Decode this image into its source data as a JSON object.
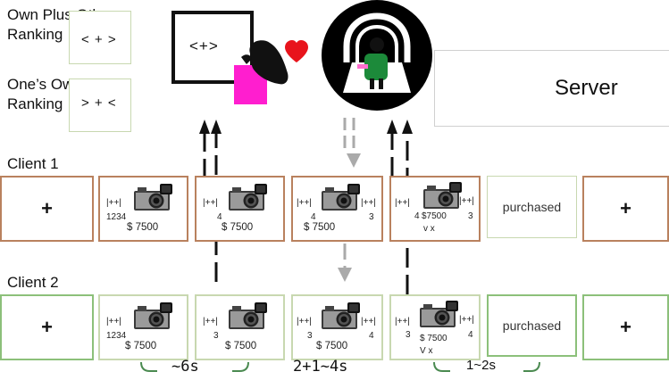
{
  "labels": {
    "own_plus_other_line1": "Own Plus Other",
    "own_plus_other_line2": "Ranking",
    "ones_own_line1": "One’s Own",
    "ones_own_line2": "Ranking",
    "own_plus_other_symbol": "< + >",
    "ones_own_symbol": "> + <",
    "screen_symbol": "<+>",
    "server": "Server",
    "client1": "Client 1",
    "client2": "Client 2"
  },
  "client1": {
    "fix_start": "+",
    "f2": {
      "bracket_left": "|++|",
      "number": "1234",
      "price": "$ 7500"
    },
    "f3": {
      "bracket_left": "|++|",
      "number": "4",
      "price": "$ 7500"
    },
    "f4": {
      "bracket_left": "|++|",
      "bracket_right": "|++|",
      "number_left": "4",
      "number_right": "3",
      "price": "$ 7500"
    },
    "f5": {
      "bracket_left": "|++|",
      "bracket_right": "|++|",
      "number_left": "4",
      "number_right": "3",
      "price": "$7500",
      "choice": "v x"
    },
    "purchased": "purchased",
    "fix_end": "+"
  },
  "client2": {
    "fix_start": "+",
    "f2": {
      "bracket_left": "|++|",
      "number": "1234",
      "price": "$ 7500"
    },
    "f3": {
      "bracket_left": "|++|",
      "number": "3",
      "price": "$ 7500"
    },
    "f4": {
      "bracket_left": "|++|",
      "bracket_right": "|++|",
      "number_left": "3",
      "number_right": "4",
      "price": "$ 7500"
    },
    "f5": {
      "bracket_left": "|++|",
      "bracket_right": "|++|",
      "number_left": "3",
      "number_right": "4",
      "price": "$ 7500",
      "choice": "V x"
    },
    "purchased": "purchased",
    "fix_end": "+"
  },
  "timing": {
    "t1": "~6s",
    "t2": "2+1~4s",
    "t3": "1~2s"
  },
  "colors": {
    "client1_border": "#b9815e",
    "client2_border": "#8cc07a",
    "heart": "#e8141c",
    "magenta": "#ff1ecf",
    "patient_green": "#1c8a3a",
    "gray_arrow": "#aaaaaa",
    "timing_bracket": "#4a8a50"
  },
  "icons": [
    "camera-icon",
    "heart-icon",
    "scanner-icon",
    "person-silhouette-icon"
  ]
}
